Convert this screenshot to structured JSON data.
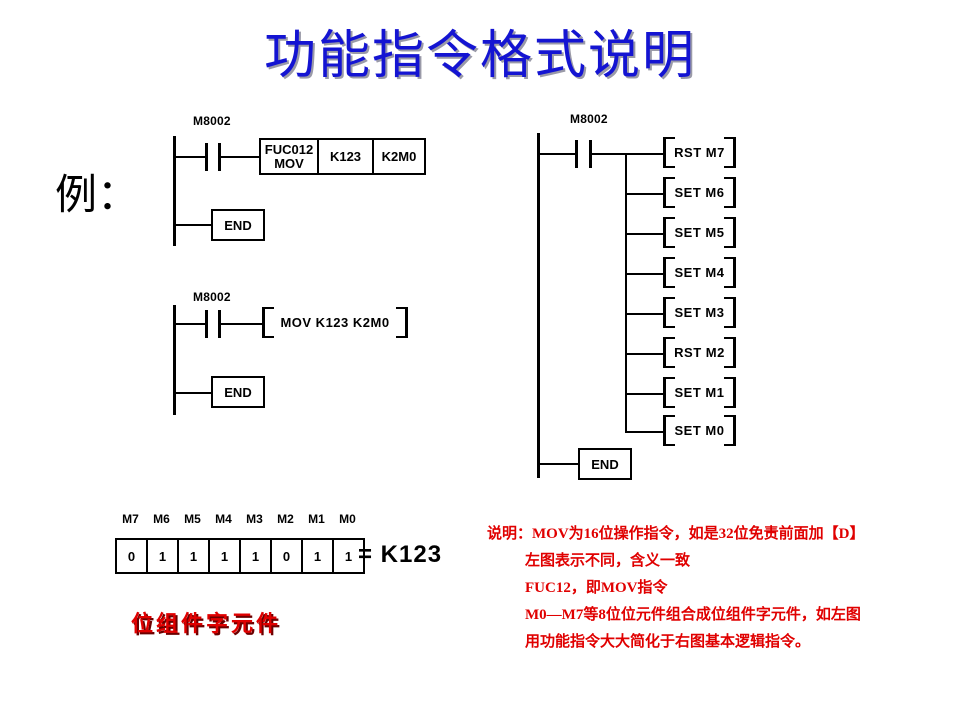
{
  "slide": {
    "title": "功能指令格式说明",
    "example_label": "例："
  },
  "left_diagram": {
    "rung1": {
      "contact_label": "M8002",
      "instruction_box": {
        "func_code": "FUC012",
        "mnemonic": "MOV",
        "operand1": "K123",
        "operand2": "K2M0"
      },
      "end_label": "END"
    },
    "rung2": {
      "contact_label": "M8002",
      "instruction_bracket": "MOV  K123  K2M0",
      "end_label": "END"
    }
  },
  "right_diagram": {
    "contact_label": "M8002",
    "outputs": [
      {
        "op": "RST",
        "device": "M7",
        "text": "RST   M7"
      },
      {
        "op": "SET",
        "device": "M6",
        "text": "SET   M6"
      },
      {
        "op": "SET",
        "device": "M5",
        "text": "SET   M5"
      },
      {
        "op": "SET",
        "device": "M4",
        "text": "SET   M4"
      },
      {
        "op": "SET",
        "device": "M3",
        "text": "SET   M3"
      },
      {
        "op": "RST",
        "device": "M2",
        "text": "RST   M2"
      },
      {
        "op": "SET",
        "device": "M1",
        "text": "SET   M1"
      },
      {
        "op": "SET",
        "device": "M0",
        "text": "SET   M0"
      }
    ],
    "end_label": "END"
  },
  "bit_table": {
    "headers": [
      "M7",
      "M6",
      "M5",
      "M4",
      "M3",
      "M2",
      "M1",
      "M0"
    ],
    "bits": [
      "0",
      "1",
      "1",
      "1",
      "1",
      "0",
      "1",
      "1"
    ],
    "equals": "=  K123",
    "caption": "位组件字元件"
  },
  "notes": {
    "line1": "说明：MOV为16位操作指令，如是32位免责前面加【D】",
    "line2": "左图表示不同，含义一致",
    "line3": "FUC12，即MOV指令",
    "line4": "M0—M7等8位位元件组合成位组件字元件，如左图",
    "line5": "用功能指令大大简化于右图基本逻辑指令。"
  },
  "colors": {
    "title_blue": "#1414d2",
    "note_red": "#e00000",
    "caption_red": "#e00000",
    "line_black": "#000000",
    "background": "#ffffff"
  }
}
